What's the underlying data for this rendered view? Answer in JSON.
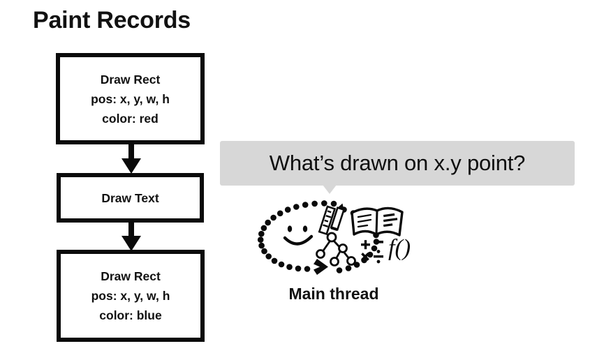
{
  "slide": {
    "title": "Paint Records",
    "background_color": "#ffffff",
    "ink_color": "#0a0a0a",
    "bubble_color": "#d7d7d7"
  },
  "paint_records": {
    "boxes": [
      {
        "id": "draw-rect-red",
        "lines": [
          "Draw Rect",
          "pos: x, y, w, h",
          "color: red"
        ]
      },
      {
        "id": "draw-text",
        "lines": [
          "Draw Text"
        ]
      },
      {
        "id": "draw-rect-blue",
        "lines": [
          "Draw Rect",
          "pos: x, y, w, h",
          "color: blue"
        ]
      }
    ],
    "connectors": [
      {
        "id": "arrow-1",
        "icon": "down-arrow-icon"
      },
      {
        "id": "arrow-2",
        "icon": "down-arrow-icon"
      }
    ]
  },
  "query": {
    "bubble_text": "What’s drawn on x.y point?",
    "tail_icon": "speech-bubble-tail-icon"
  },
  "main_thread": {
    "label": "Main thread",
    "illustration_icon": "thinking-loop-icon",
    "elements": [
      "dotted-oval-icon",
      "smiley-face-icon",
      "ruler-icon",
      "pencil-icon",
      "open-book-icon",
      "tree-graph-icon",
      "math-operators-icon",
      "function-notation-icon",
      "chevron-arrowhead-icon"
    ],
    "math_operators": "+ − × ÷",
    "function_notation": "f()"
  }
}
